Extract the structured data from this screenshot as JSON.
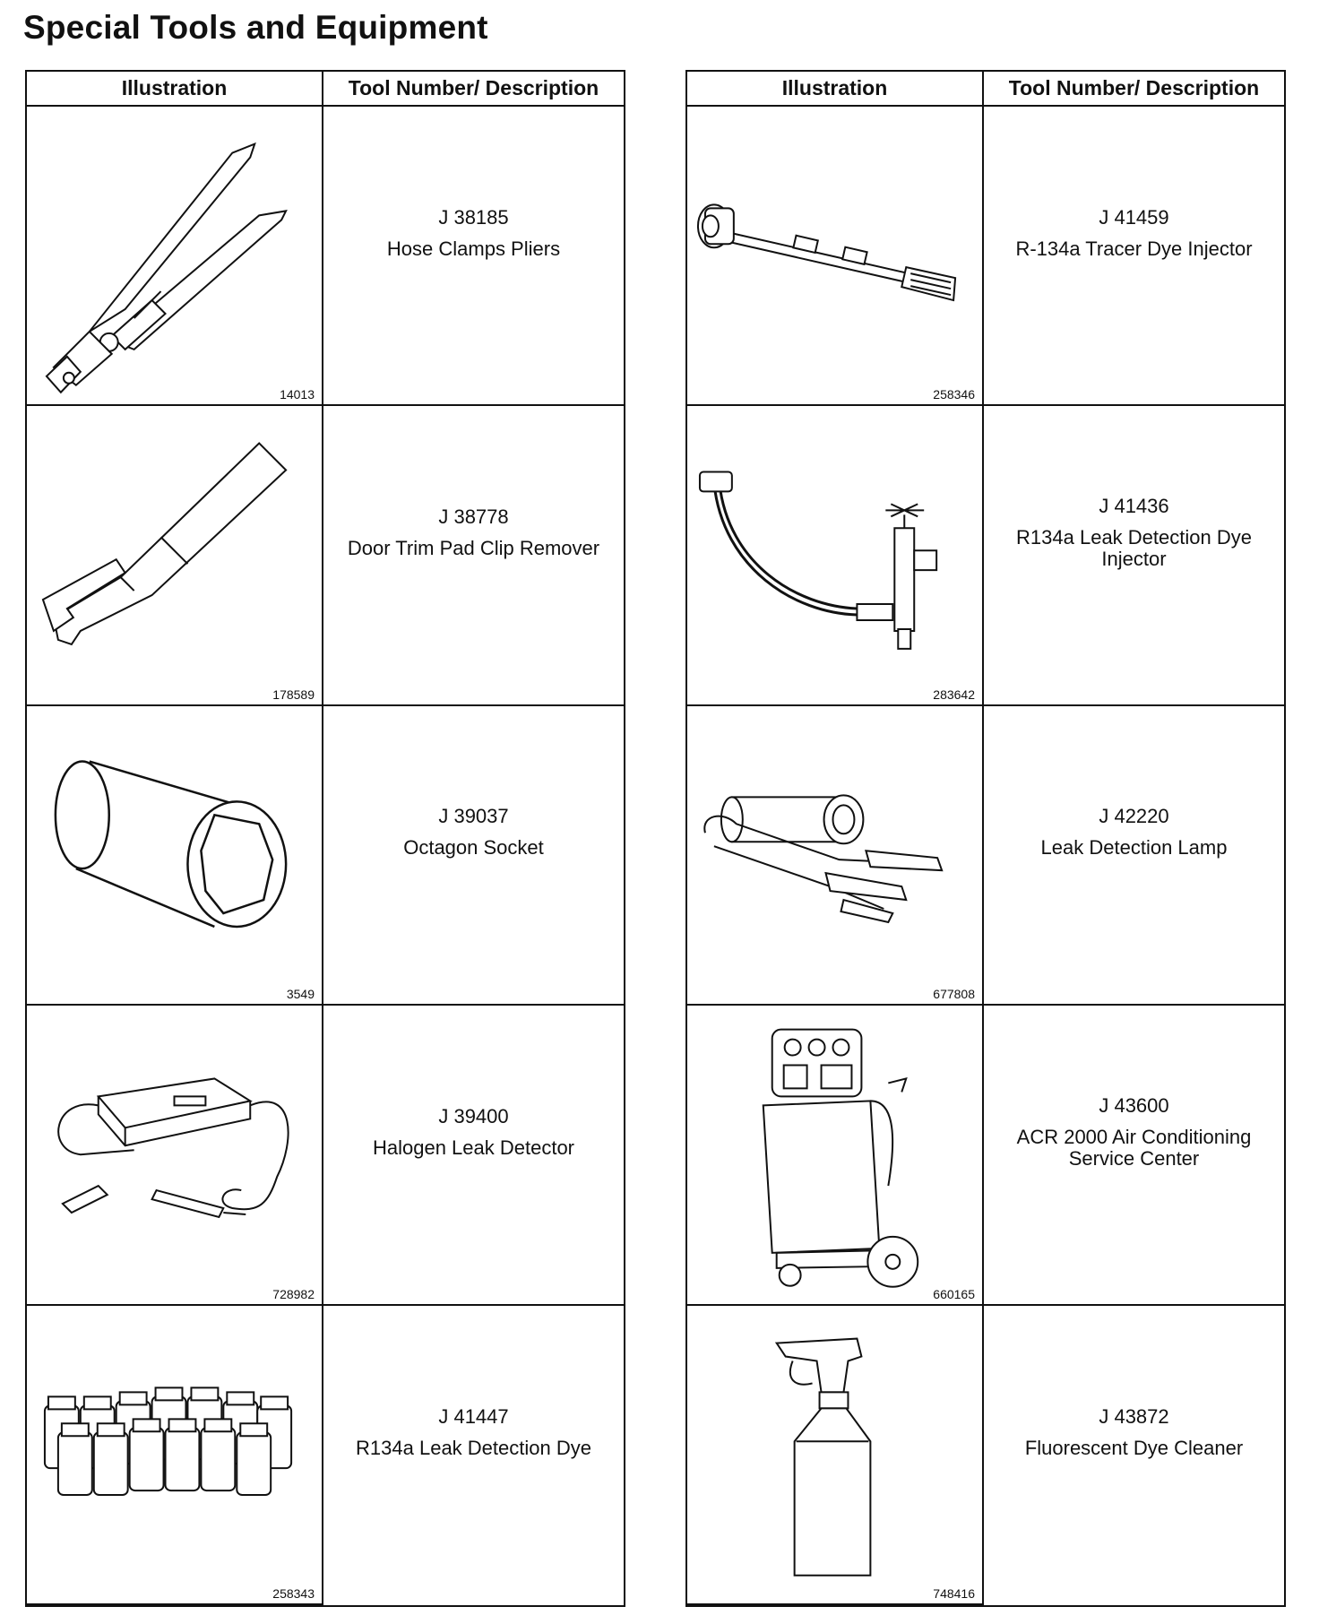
{
  "page": {
    "title": "Special Tools and Equipment"
  },
  "tables": [
    {
      "headers": [
        "Illustration",
        "Tool Number/ Description"
      ],
      "rows": [
        {
          "figure": "14013",
          "icon": "hose-clamp-pliers-icon",
          "tool_number": "J 38185",
          "description": "Hose Clamps Pliers"
        },
        {
          "figure": "178589",
          "icon": "door-trim-pad-clip-remover-icon",
          "tool_number": "J 38778",
          "description": "Door Trim Pad Clip Remover"
        },
        {
          "figure": "3549",
          "icon": "octagon-socket-icon",
          "tool_number": "J 39037",
          "description": "Octagon Socket"
        },
        {
          "figure": "728982",
          "icon": "halogen-leak-detector-icon",
          "tool_number": "J 39400",
          "description": "Halogen Leak Detector"
        },
        {
          "figure": "258343",
          "icon": "dye-bottles-icon",
          "tool_number": "J 41447",
          "description": "R134a Leak Detection Dye"
        }
      ]
    },
    {
      "headers": [
        "Illustration",
        "Tool Number/ Description"
      ],
      "rows": [
        {
          "figure": "258346",
          "icon": "tracer-dye-injector-icon",
          "tool_number": "J 41459",
          "description": "R-134a Tracer Dye Injector"
        },
        {
          "figure": "283642",
          "icon": "leak-detection-dye-injector-icon",
          "tool_number": "J 41436",
          "description": "R134a Leak Detection Dye Injector"
        },
        {
          "figure": "677808",
          "icon": "leak-detection-lamp-icon",
          "tool_number": "J 42220",
          "description": "Leak Detection Lamp"
        },
        {
          "figure": "660165",
          "icon": "ac-service-center-icon",
          "tool_number": "J 43600",
          "description": "ACR 2000 Air Conditioning Service Center"
        },
        {
          "figure": "748416",
          "icon": "spray-bottle-icon",
          "tool_number": "J 43872",
          "description": "Fluorescent Dye Cleaner"
        }
      ]
    }
  ]
}
